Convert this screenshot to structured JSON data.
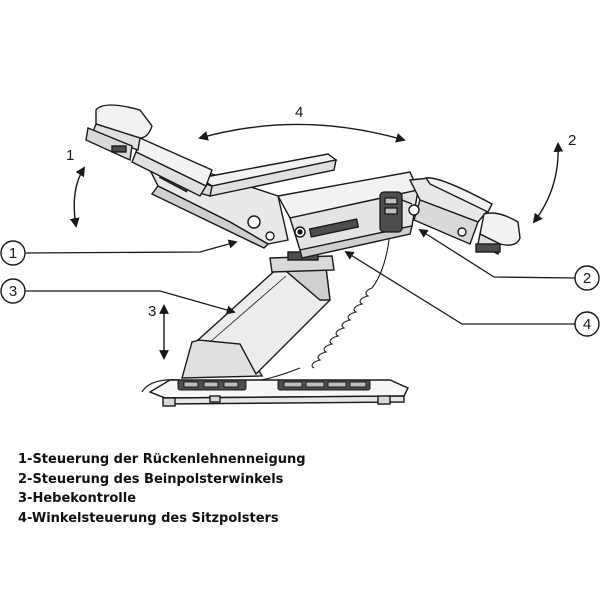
{
  "diagram": {
    "arrows": [
      {
        "id": "arrow-1",
        "label": "1"
      },
      {
        "id": "arrow-2",
        "label": "2"
      },
      {
        "id": "arrow-3",
        "label": "3"
      },
      {
        "id": "arrow-4",
        "label": "4"
      }
    ],
    "callouts": [
      {
        "id": "callout-1",
        "label": "1"
      },
      {
        "id": "callout-2",
        "label": "2"
      },
      {
        "id": "callout-3",
        "label": "3"
      },
      {
        "id": "callout-4",
        "label": "4"
      }
    ],
    "colors": {
      "line": "#1a1a1a",
      "fill_light": "#f2f2f2",
      "fill_mid": "#d9d9d9",
      "fill_dark": "#4d4d4d"
    }
  },
  "legend": {
    "items": [
      "1-Steuerung der Rückenlehnenneigung",
      "2-Steuerung des Beinpolsterwinkels",
      "3-Hebekontrolle",
      "4-Winkelsteuerung des Sitzpolsters"
    ]
  }
}
